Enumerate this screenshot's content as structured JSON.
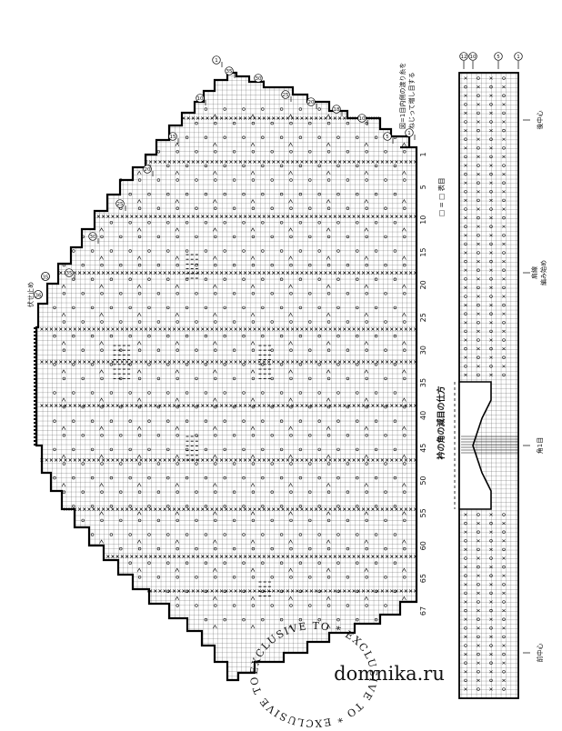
{
  "main_chart": {
    "row_axis_numbers": [
      "1",
      "5",
      "10",
      "15",
      "20",
      "25",
      "30",
      "35",
      "40",
      "45",
      "50",
      "55",
      "60",
      "65",
      "67"
    ],
    "top_markers": [
      "1",
      "5",
      "10",
      "15",
      "20",
      "25",
      "30",
      "35"
    ],
    "top_markers_right": [
      "1",
      "35",
      "30",
      "25",
      "20",
      "18",
      "10",
      "5",
      "1"
    ],
    "left_mark": "伏せ止め",
    "left_mark_numbers": [
      "36",
      "35"
    ],
    "legend_top_line1": "図=1目内側の渡り糸を",
    "legend_top_line2": "ねじって増し目する",
    "legend_bottom": "□ = □ 表目"
  },
  "strip": {
    "title": "衿の角の減目の仕方",
    "top_markers": [
      "12",
      "10",
      "5",
      "1"
    ],
    "label_back_center": "後中心",
    "label_shoulder_line1": "肩線",
    "label_shoulder_line2": "編み始め",
    "label_corner": "角1目",
    "label_front_center": "前中心"
  },
  "watermark": {
    "site": "domnika.ru",
    "ring_text": "EXCLUSIVE TO * EXCLUSIVE TO * EXCLUSIVE TO * "
  }
}
